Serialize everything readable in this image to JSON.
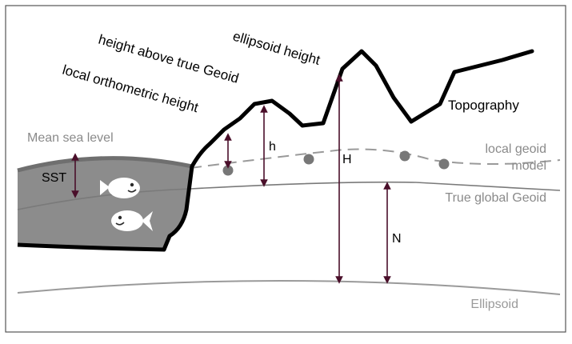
{
  "labels": {
    "height_above_true_geoid": "height above true Geoid",
    "ellipsoid_height": "ellipsoid height",
    "local_orthometric_height": "local orthometric height",
    "topography": "Topography",
    "mean_sea_level": "Mean sea level",
    "local_geoid_model_line1": "local geoid",
    "local_geoid_model_line2": "model",
    "sst": "SST",
    "h": "h",
    "H": "H",
    "N": "N",
    "true_global_geoid": "True global Geoid",
    "ellipsoid": "Ellipsoid"
  },
  "colors": {
    "ocean_fill": "#8c8c8c",
    "land_outline": "#000000",
    "arrow": "#4a0f2a",
    "geoid_line": "#888888",
    "local_geoid_dash": "#9a9a9a",
    "marker": "#777777",
    "grey_text": "#8a8a8a",
    "frame": "#555555"
  }
}
